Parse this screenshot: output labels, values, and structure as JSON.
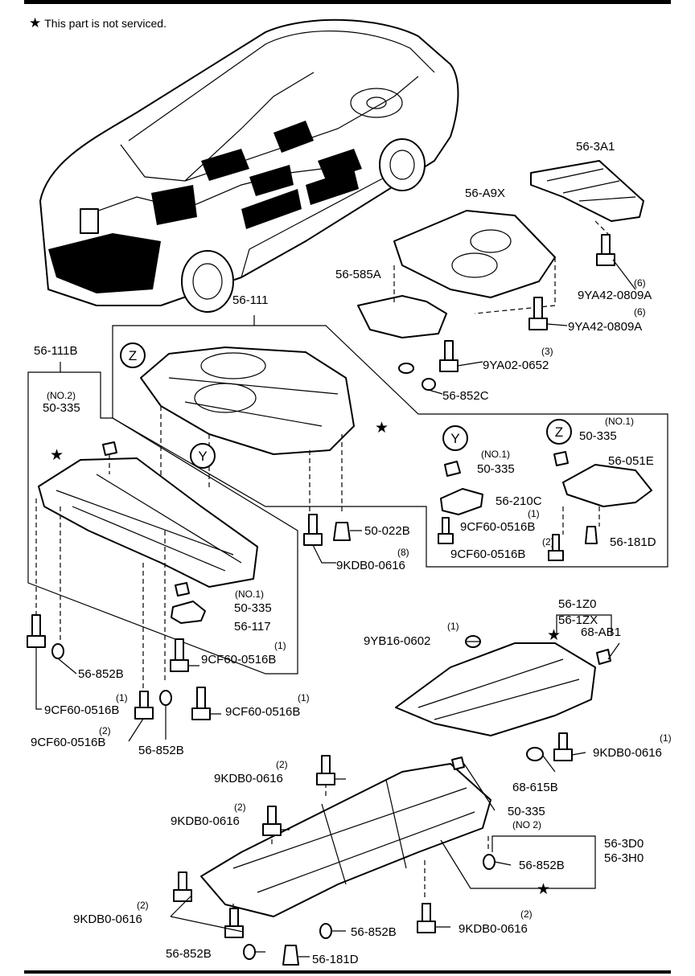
{
  "note": {
    "star": "★",
    "text": "This part is not serviced."
  },
  "labels": {
    "p56_3A1": "56-3A1",
    "p56_A9X": "56-A9X",
    "p56_585A": "56-585A",
    "p56_111": "56-111",
    "p56_111B": "56-111B",
    "q6a": "(6)",
    "p9YA42_a": "9YA42-0809A",
    "q6b": "(6)",
    "p9YA42_b": "9YA42-0809A",
    "q3": "(3)",
    "p9YA02": "9YA02-0652",
    "p56_852C": "56-852C",
    "z1": "Z",
    "y1": "Y",
    "z2": "Z",
    "y2": "Y",
    "no2_a": "(NO.2)",
    "p50_335_a": "50-335",
    "no1_a": "(NO.1)",
    "p50_335_b": "50-335",
    "no1_b": "(NO.1)",
    "p50_335_c": "50-335",
    "p56_051E": "56-051E",
    "p56_210C": "56-210C",
    "q1a": "(1)",
    "p9CF60_a": "9CF60-0516B",
    "q2a": "(2)",
    "p9CF60_b": "9CF60-0516B",
    "p56_181D_a": "56-181D",
    "p50_022B": "50-022B",
    "q8": "(8)",
    "p9KDB0_a": "9KDB0-0616",
    "no1_c": "(NO.1)",
    "p50_335_d": "50-335",
    "p56_117": "56-117",
    "q1b": "(1)",
    "p9CF60_c": "9CF60-0516B",
    "p56_852B_a": "56-852B",
    "q1c": "(1)",
    "p9CF60_d": "9CF60-0516B",
    "q2b": "(2)",
    "p9CF60_e": "9CF60-0516B",
    "p56_852B_b": "56-852B",
    "q1d": "(1)",
    "p9CF60_f": "9CF60-0516B",
    "p56_1Z0": "56-1Z0",
    "p56_1ZX": "56-1ZX",
    "p68_AB1": "68-AB1",
    "q1e": "(1)",
    "p9YB16": "9YB16-0602",
    "q1f": "(1)",
    "p9KDB0_b": "9KDB0-0616",
    "p68_615B": "68-615B",
    "q2c": "(2)",
    "p9KDB0_c": "9KDB0-0616",
    "q2d": "(2)",
    "p9KDB0_d": "9KDB0-0616",
    "p50_335_e": "50-335",
    "no2_b": "(NO 2)",
    "p56_3D0": "56-3D0",
    "p56_3H0": "56-3H0",
    "p56_852B_c": "56-852B",
    "q2e": "(2)",
    "p9KDB0_e": "9KDB0-0616",
    "q2f": "(2)",
    "p9KDB0_f": "9KDB0-0616",
    "p56_852B_d": "56-852B",
    "p56_852B_e": "56-852B",
    "p56_181D_b": "56-181D"
  }
}
